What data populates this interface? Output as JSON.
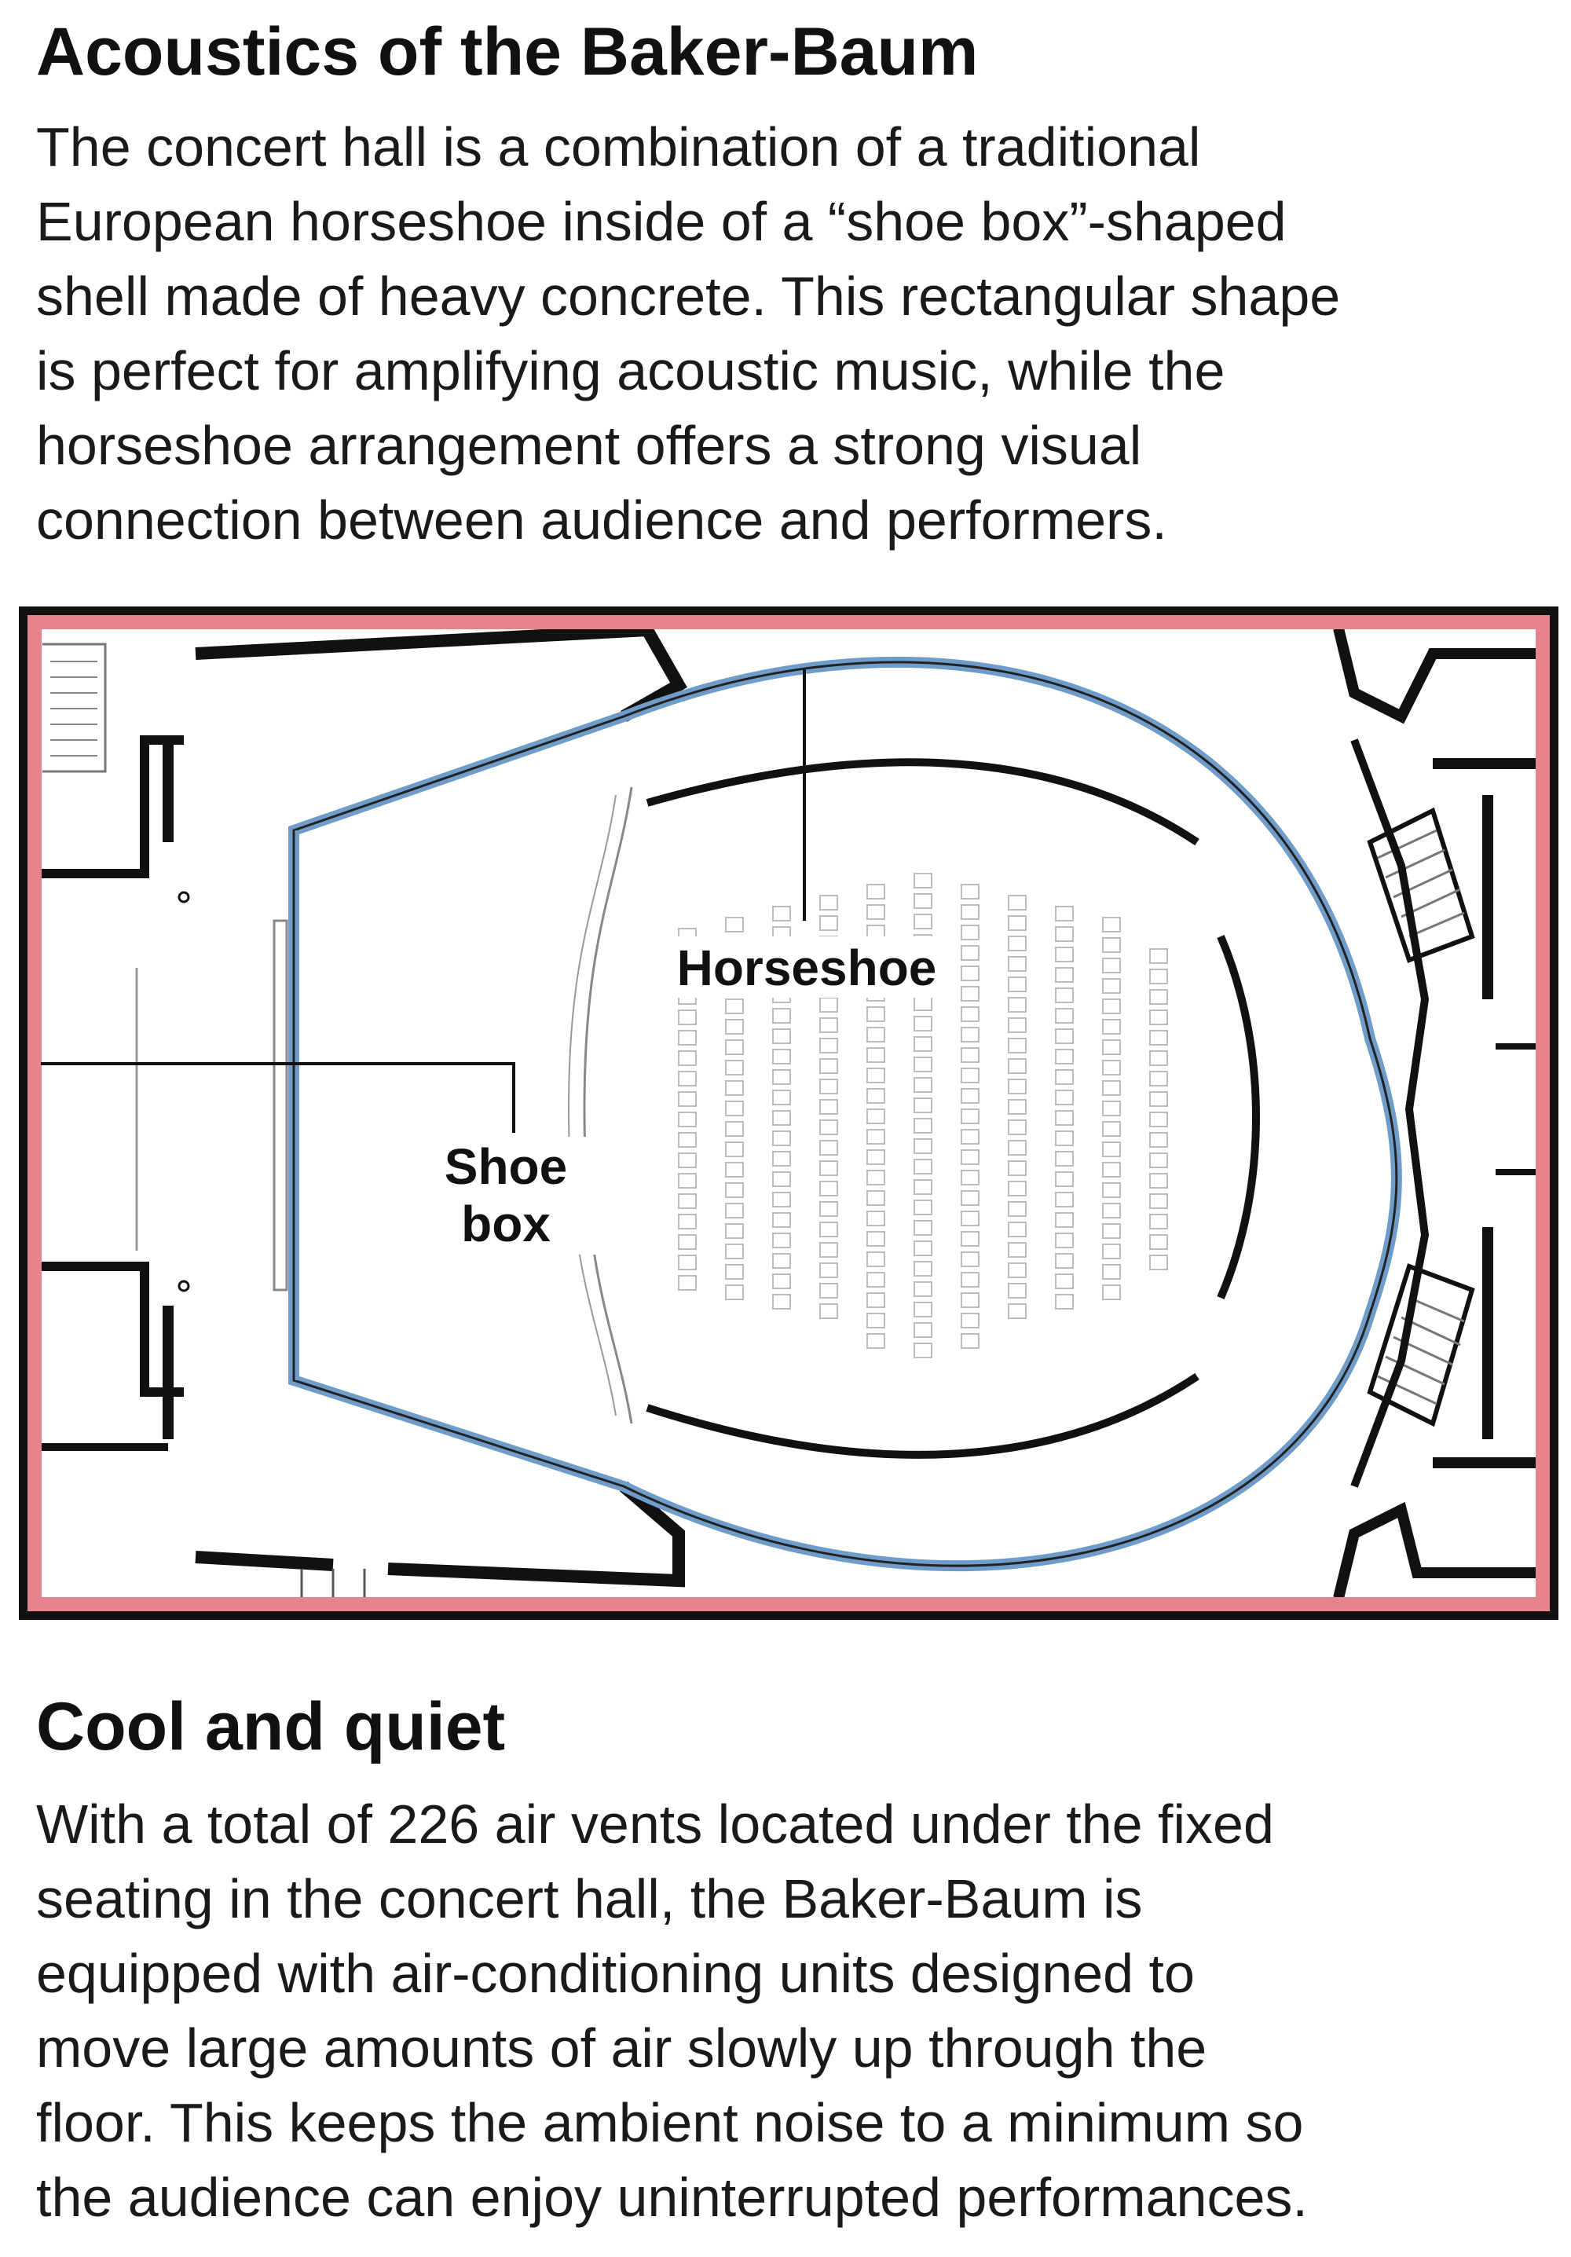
{
  "title": "Acoustics of the Baker-Baum",
  "intro": {
    "lines": [
      "The concert hall is a combination of a traditional",
      "European horseshoe inside of a “shoe box”-shaped",
      "shell made of heavy concrete. This rectangular shape",
      "is perfect for amplifying acoustic music, while the",
      "horseshoe arrangement offers a strong visual",
      "connection between audience and performers."
    ]
  },
  "diagram": {
    "labels": {
      "horseshoe": "Horseshoe",
      "shoebox_line1": "Shoe",
      "shoebox_line2": "box"
    },
    "colors": {
      "shoebox_outline": "#e8828e",
      "horseshoe_outline": "#6f9cc8",
      "walls": "#111111",
      "seats": "#bcbcbc"
    }
  },
  "section2": {
    "title": "Cool and quiet",
    "lines": [
      "With a total of 226 air vents located under the fixed",
      "seating in the concert hall, the Baker-Baum is",
      "equipped with air-conditioning units designed to",
      "move large amounts of air slowly up through the",
      "floor. This keeps the ambient noise to a minimum so",
      "the audience can enjoy uninterrupted performances."
    ]
  }
}
